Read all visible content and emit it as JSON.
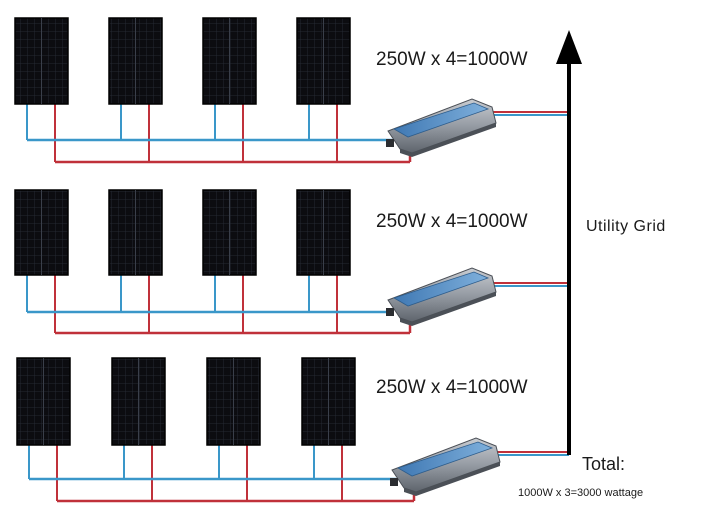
{
  "rows": [
    {
      "label": "250W x 4=1000W"
    },
    {
      "label": "250W x 4=1000W"
    },
    {
      "label": "250W x 4=1000W"
    }
  ],
  "grid": {
    "label": "Utility Grid"
  },
  "total": {
    "title": "Total:",
    "detail": "1000W x 3=3000 wattage"
  },
  "colors": {
    "panel": "#0c0c10",
    "panel_grid": "#2a2f3a",
    "wire_blue": "#3a97c9",
    "wire_red": "#c0313a",
    "inverter_body": "#9aa0a8",
    "inverter_stripe": "#5b8fc0",
    "arrow": "#000000"
  },
  "icons": {
    "panel": "solar-panel-icon",
    "inverter": "grid-tie-inverter-icon",
    "arrow": "arrow-up-icon"
  }
}
